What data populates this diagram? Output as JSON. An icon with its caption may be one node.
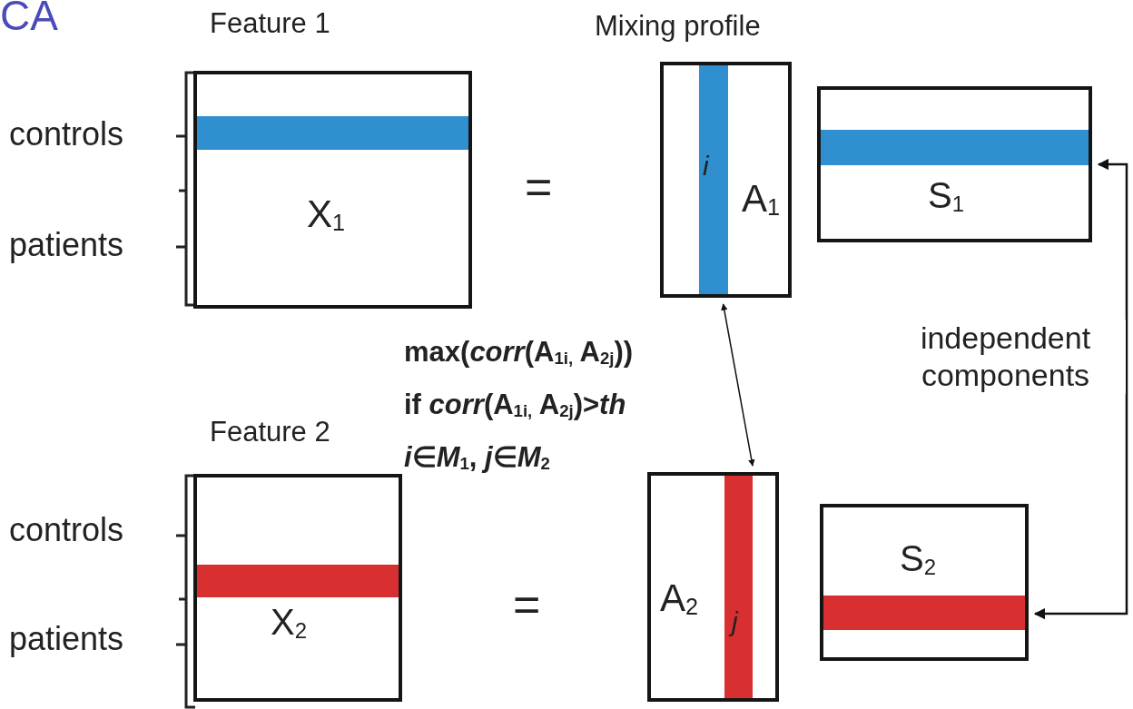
{
  "diagram": {
    "title": "CA",
    "nodes": [
      {
        "text": [
          "Feature 1",
          "X$_{1}$"
        ]
      },
      {
        "text": [
          "Mixing profile",
          "i",
          "A$_{1}$"
        ]
      },
      {
        "text": [
          "S$_{1}$"
        ]
      },
      {
        "text": [
          "Feature 2",
          "X$_{2}$"
        ]
      },
      {
        "text": [
          "A$_{2}$",
          "j"
        ]
      },
      {
        "text": [
          "S$_{2}$"
        ]
      }
    ],
    "edges": [
      {
        "from": 1,
        "to": 4,
        "arrow": "both"
      },
      {
        "from": 2,
        "to": 5,
        "arrow": "both",
        "label": "independent components"
      }
    ],
    "labels": [
      "controls",
      "patients",
      "=",
      "max(*corr*(A$_{1i,}$ A$_{2j}$))",
      "if *corr*(A$_{1i,}$ A$_{2j}$)>*th*",
      "*i*∈*M*$_{1}$, *j*∈*M*$_{2}$",
      "controls",
      "patients",
      "="
    ]
  }
}
